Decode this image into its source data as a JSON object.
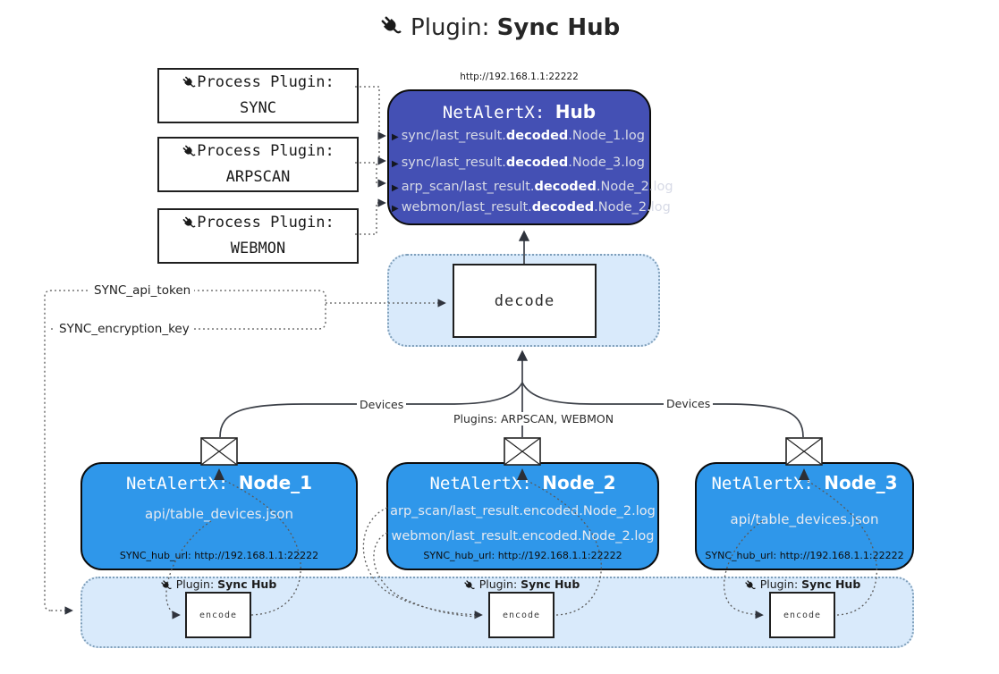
{
  "title": {
    "icon": "plug-icon",
    "prefix": "Plugin:",
    "name": "Sync Hub"
  },
  "colors": {
    "hub_fill": "#4450b4",
    "node_fill": "#2f97ea",
    "panel_fill": "#d9eafb",
    "panel_border": "#7f9fba",
    "wire": "#3c4048"
  },
  "process_plugins": [
    {
      "label": "Process Plugin:",
      "name": "SYNC"
    },
    {
      "label": "Process Plugin:",
      "name": "ARPSCAN"
    },
    {
      "label": "Process Plugin:",
      "name": "WEBMON"
    }
  ],
  "hub": {
    "url": "http://192.168.1.1:22222",
    "title_prefix": "NetAlertX:",
    "title_name": "Hub",
    "logs": [
      {
        "pre": "sync/last_result.",
        "bold": "decoded",
        "post": ".Node_1.log"
      },
      {
        "pre": "sync/last_result.",
        "bold": "decoded",
        "post": ".Node_3.log"
      },
      {
        "pre": "arp_scan/last_result.",
        "bold": "decoded",
        "post": ".Node_2.log"
      },
      {
        "pre": "webmon/last_result.",
        "bold": "decoded",
        "post": ".Node_2.log"
      }
    ]
  },
  "decode": {
    "label": "decode"
  },
  "config_labels": {
    "api_token": "SYNC_api_token",
    "encryption_key": "SYNC_encryption_key"
  },
  "edge_labels": {
    "devices_left": "Devices",
    "devices_right": "Devices",
    "plugins": "Plugins: ARPSCAN, WEBMON"
  },
  "nodes": [
    {
      "title_prefix": "NetAlertX:",
      "title_name": "Node_1",
      "files": [
        "api/table_devices.json"
      ],
      "hub_url": "SYNC_hub_url: http://192.168.1.1:22222"
    },
    {
      "title_prefix": "NetAlertX:",
      "title_name": "Node_2",
      "files": [
        "arp_scan/last_result.encoded.Node_2.log",
        "webmon/last_result.encoded.Node_2.log"
      ],
      "hub_url": "SYNC_hub_url: http://192.168.1.1:22222"
    },
    {
      "title_prefix": "NetAlertX:",
      "title_name": "Node_3",
      "files": [
        "api/table_devices.json"
      ],
      "hub_url": "SYNC_hub_url: http://192.168.1.1:22222"
    }
  ],
  "encoders": [
    {
      "label_prefix": "Plugin:",
      "label_name": "Sync Hub",
      "box_label": "encode"
    },
    {
      "label_prefix": "Plugin:",
      "label_name": "Sync Hub",
      "box_label": "encode"
    },
    {
      "label_prefix": "Plugin:",
      "label_name": "Sync Hub",
      "box_label": "encode"
    }
  ]
}
